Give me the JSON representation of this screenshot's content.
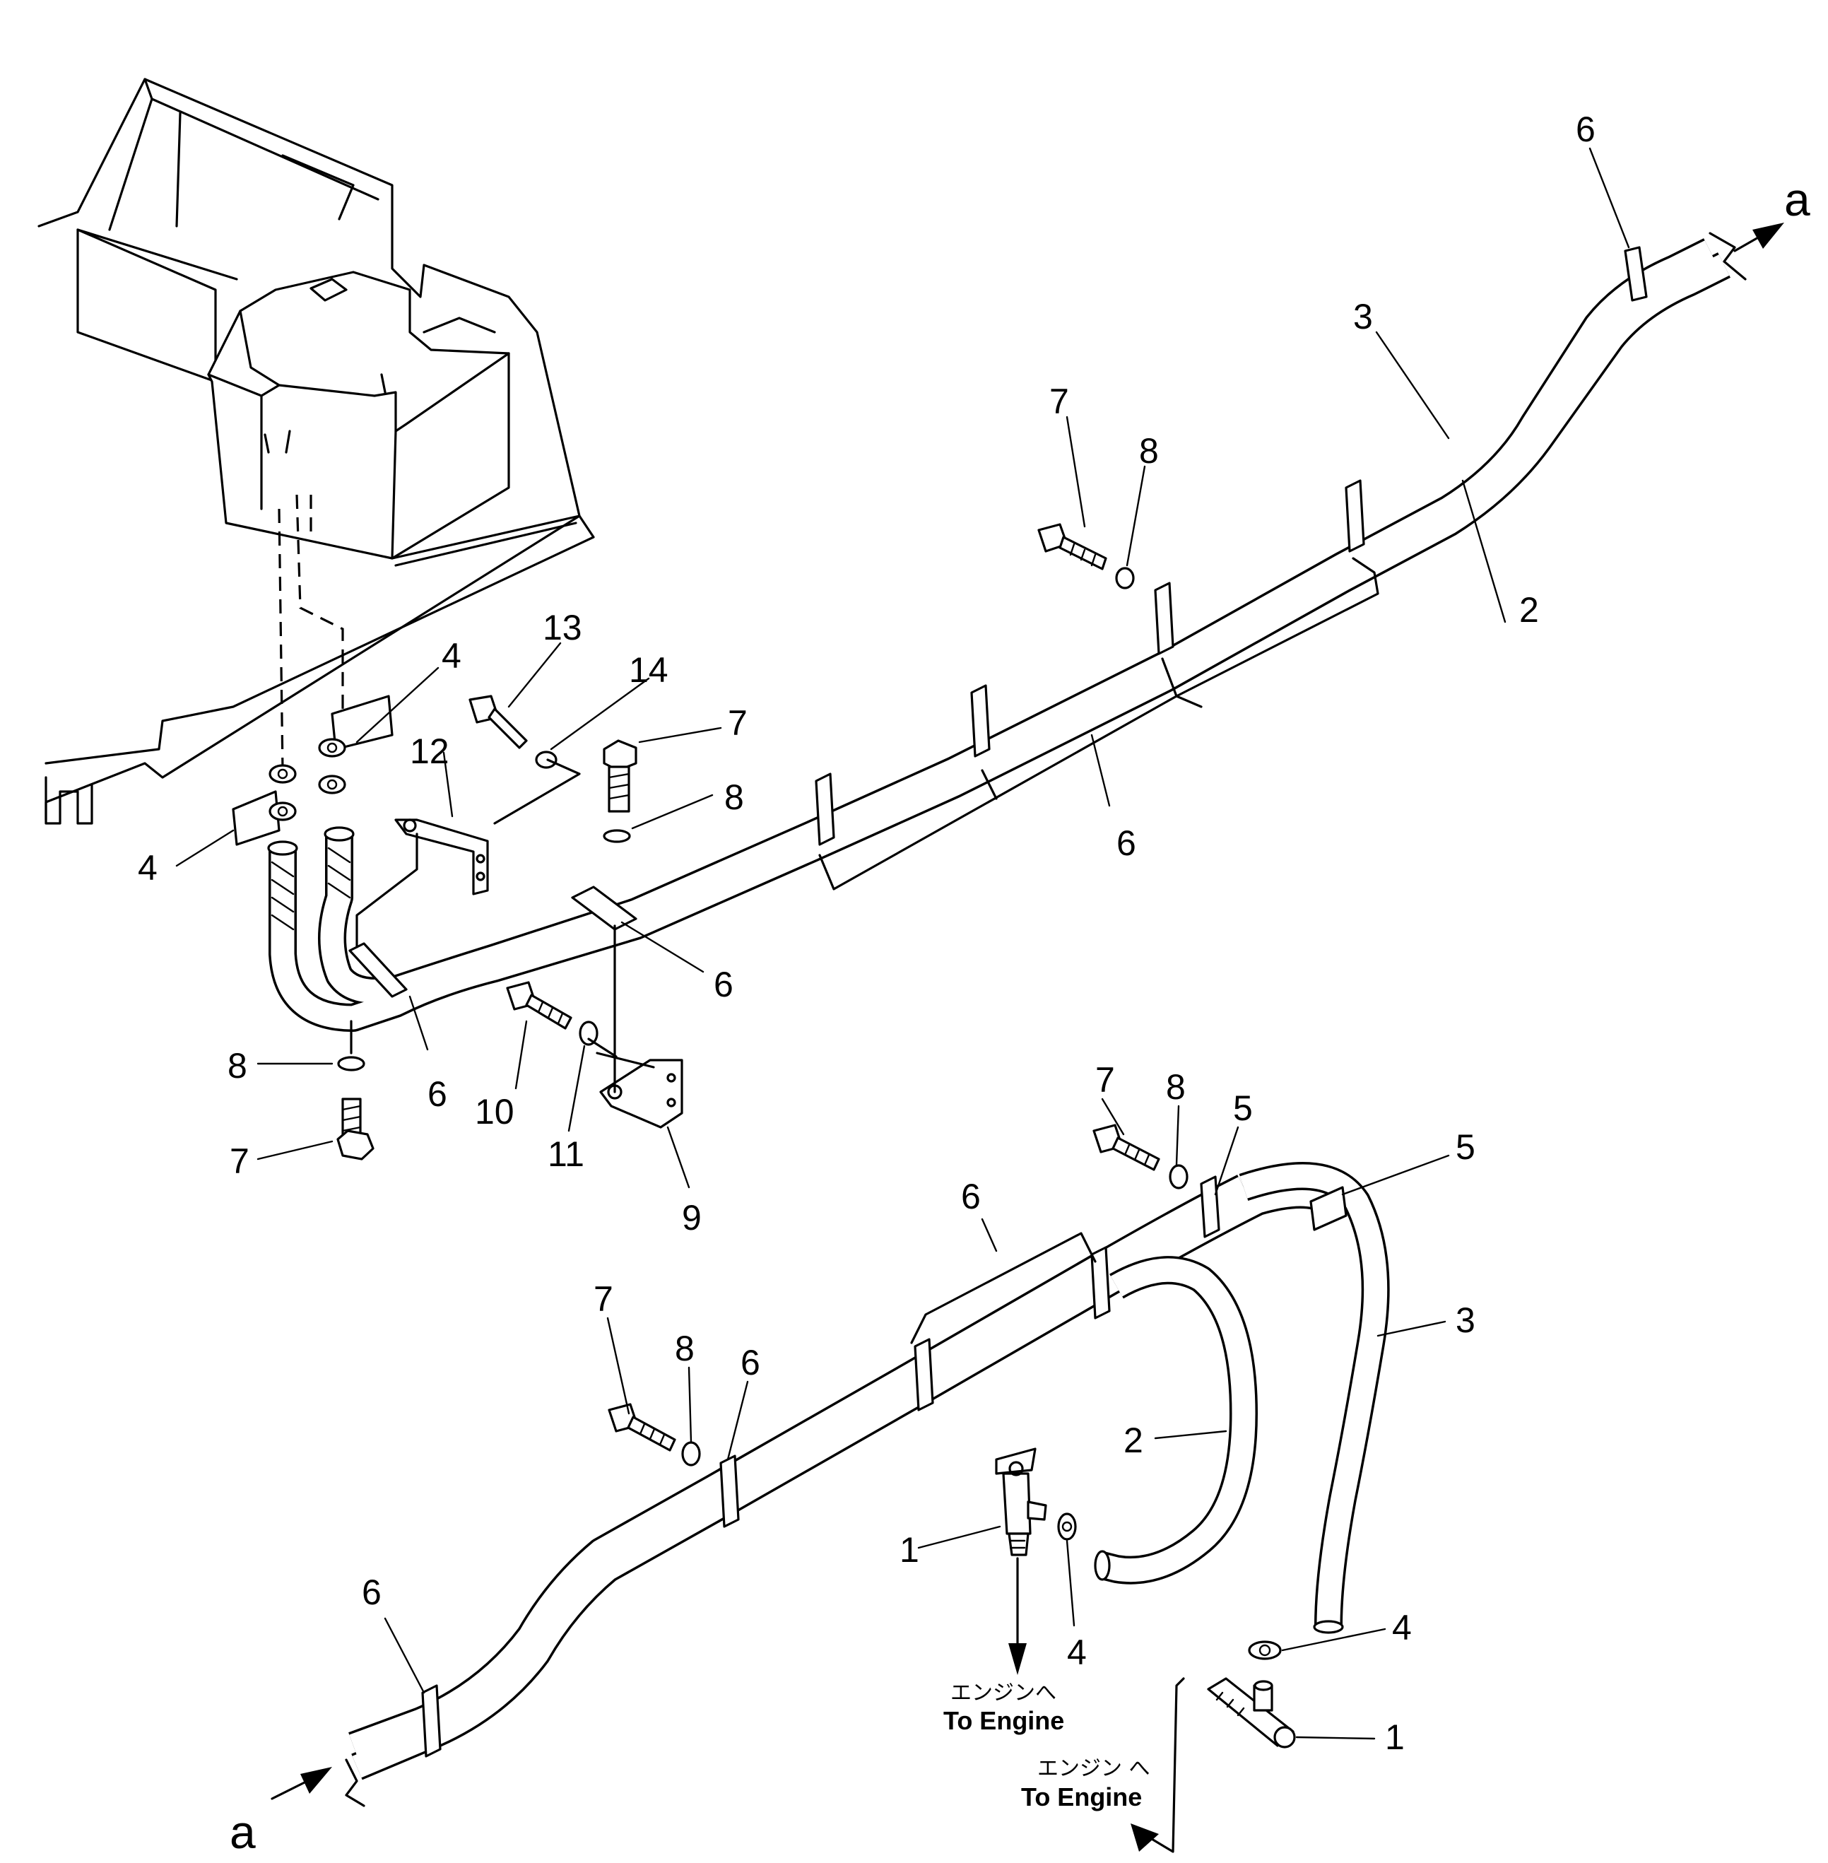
{
  "callouts": {
    "top": {
      "c6_end": "6",
      "c3": "3",
      "c2": "2",
      "c7_r": "7",
      "c8_r": "8",
      "c6_mid": "6",
      "c13": "13",
      "c14": "14",
      "c7_m": "7",
      "c8_m": "8",
      "c12": "12",
      "c4_a": "4",
      "c4_b": "4",
      "c6_clamp": "6",
      "c6_left": "6",
      "c8_l": "8",
      "c7_l": "7",
      "c10": "10",
      "c11": "11",
      "c9": "9"
    },
    "bottom": {
      "c7_r": "7",
      "c8_r": "8",
      "c5_a": "5",
      "c5_b": "5",
      "c6_up": "6",
      "c3": "3",
      "c7_m": "7",
      "c8_m": "8",
      "c6_m": "6",
      "c2": "2",
      "c6_left": "6",
      "c1_a": "1",
      "c4_a": "4",
      "c4_b": "4",
      "c1_b": "1"
    }
  },
  "ref_markers": {
    "top_right": "a",
    "bottom_left": "a"
  },
  "notes": {
    "to_engine_1_jp": "エンジンへ",
    "to_engine_1_en": "To Engine",
    "to_engine_2_jp": "エンジン へ",
    "to_engine_2_en": "To Engine"
  }
}
